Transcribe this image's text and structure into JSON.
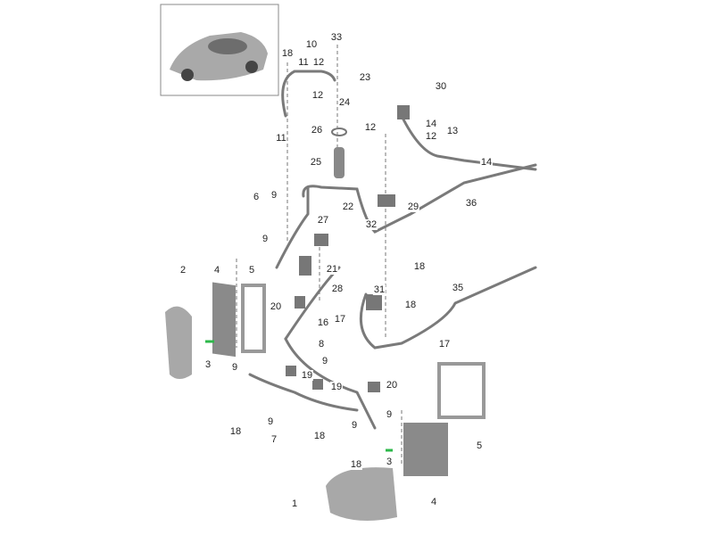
{
  "diagram": {
    "thumbnail_alt": "vehicle-thumbnail",
    "labels": [
      "1",
      "2",
      "3",
      "3",
      "4",
      "4",
      "5",
      "5",
      "6",
      "9",
      "7",
      "9",
      "8",
      "9",
      "9",
      "9",
      "9",
      "9",
      "10",
      "11",
      "12",
      "11",
      "12",
      "12",
      "13",
      "14",
      "12",
      "14",
      "16",
      "17",
      "17",
      "18",
      "18",
      "18",
      "18",
      "18",
      "18",
      "19",
      "19",
      "20",
      "20",
      "21",
      "22",
      "23",
      "24",
      "25",
      "26",
      "27",
      "28",
      "29",
      "30",
      "31",
      "32",
      "33",
      "35",
      "36"
    ],
    "colors": {
      "part": "#8c8c8c",
      "part_dark": "#5a5a5a",
      "line": "#555555",
      "highlight": "#2db84a"
    }
  }
}
